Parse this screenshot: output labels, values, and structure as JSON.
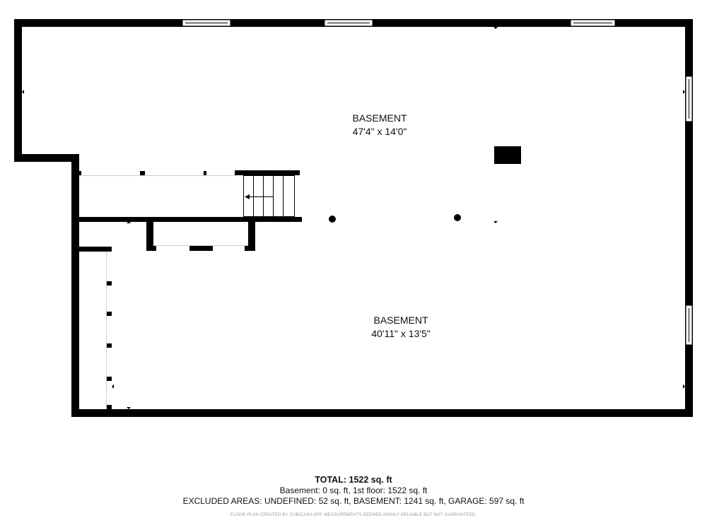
{
  "rooms": [
    {
      "name": "BASEMENT",
      "dimensions": "47'4\" x 14'0\""
    },
    {
      "name": "BASEMENT",
      "dimensions": "40'11\" x 13'5\""
    }
  ],
  "summary": {
    "total_label": "TOTAL:",
    "total_value": "1522 sq. ft",
    "floors_line": "Basement: 0 sq. ft, 1st floor: 1522 sq. ft",
    "excluded_line": "EXCLUDED AREAS: UNDEFINED: 52 sq. ft, BASEMENT: 1241 sq. ft, GARAGE: 597 sq. ft"
  },
  "disclaimer": "FLOOR PLAN CREATED BY CUBICASA APP. MEASUREMENTS DEEMED HIGHLY RELIABLE BUT NOT GUARANTEED.",
  "colors": {
    "wall": "#000000",
    "window": "#ffffff",
    "background": "#ffffff"
  }
}
